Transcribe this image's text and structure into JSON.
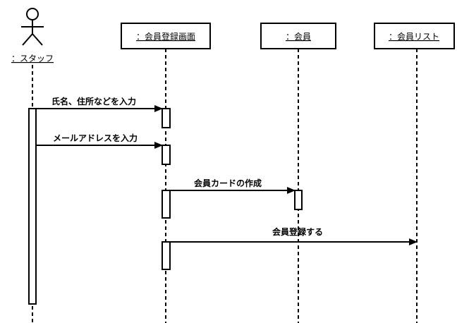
{
  "participants": [
    {
      "label": "：スタッフ",
      "kind": "actor"
    },
    {
      "label": "：会員登録画面",
      "kind": "object"
    },
    {
      "label": "：会員",
      "kind": "object"
    },
    {
      "label": "：会員リスト",
      "kind": "object"
    }
  ],
  "messages": [
    {
      "label": "氏名、住所などを入力",
      "from": "：スタッフ",
      "to": "：会員登録画面"
    },
    {
      "label": "メールアドレスを入力",
      "from": "：スタッフ",
      "to": "：会員登録画面"
    },
    {
      "label": "会員カードの作成",
      "from": "：会員登録画面",
      "to": "：会員"
    },
    {
      "label": "会員登録する",
      "from": "：会員登録画面",
      "to": "：会員リスト"
    }
  ]
}
